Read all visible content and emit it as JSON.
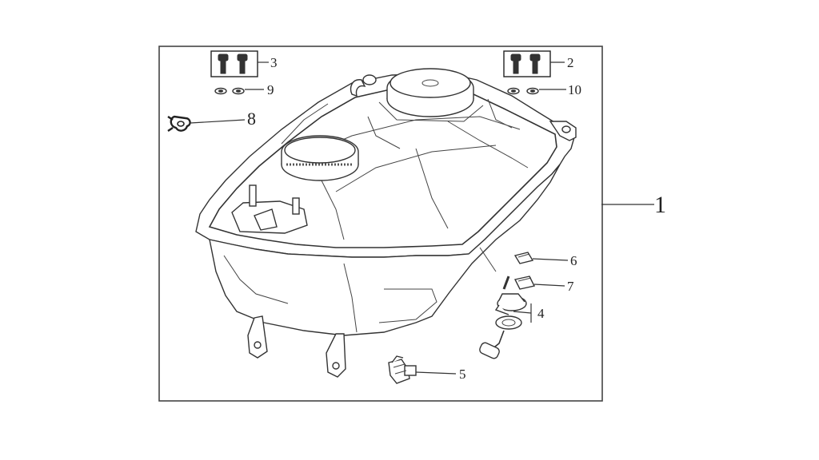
{
  "colors": {
    "line": "#333333",
    "frame": "#444444",
    "background": "#ffffff"
  },
  "callouts": {
    "c1": "1",
    "c2": "2",
    "c3": "3",
    "c4": "4",
    "c5": "5",
    "c6": "6",
    "c7": "7",
    "c8": "8",
    "c9": "9",
    "c10": "10"
  },
  "parts": [
    {
      "id": "c1",
      "icon": "fuel-tank-icon"
    },
    {
      "id": "c2",
      "icon": "bolt-pair-icon"
    },
    {
      "id": "c3",
      "icon": "bolt-pair-icon"
    },
    {
      "id": "c4",
      "icon": "fuel-gauge-sender-icon"
    },
    {
      "id": "c5",
      "icon": "fuel-valve-icon"
    },
    {
      "id": "c6",
      "icon": "hose-clip-icon"
    },
    {
      "id": "c7",
      "icon": "hose-clip-icon"
    },
    {
      "id": "c8",
      "icon": "hose-clamp-icon"
    },
    {
      "id": "c9",
      "icon": "washer-pair-icon"
    },
    {
      "id": "c10",
      "icon": "washer-pair-icon"
    }
  ]
}
